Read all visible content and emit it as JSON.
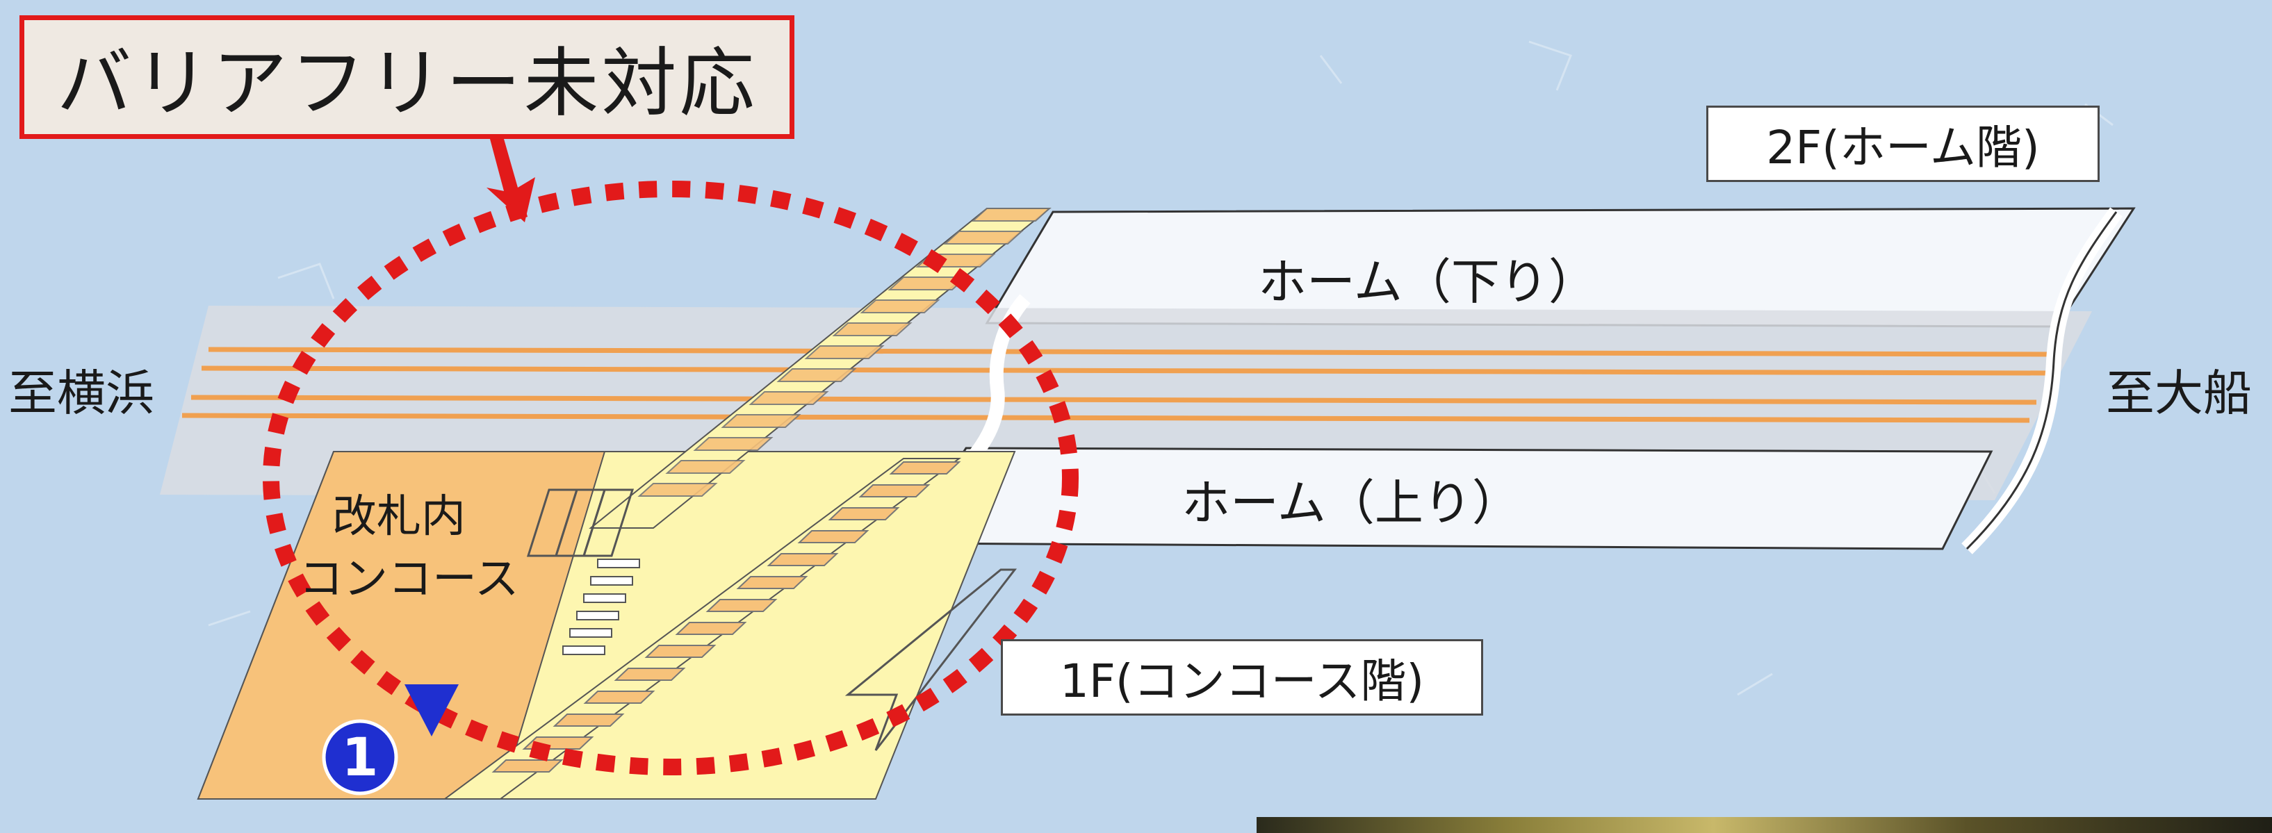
{
  "title": "バリアフリー未対応",
  "floor_2f": "2F(ホーム階)",
  "floor_1f": "1F(コンコース階)",
  "platform_down": "ホーム（下り）",
  "platform_up": "ホーム（上り）",
  "direction_left": "至横浜",
  "direction_right": "至大船",
  "concourse_line1": "改札内",
  "concourse_line2": "コンコース",
  "marker_number": "1",
  "colors": {
    "highlight_red": "#e21a1a",
    "track_orange": "#f0a050",
    "concourse_orange": "#f7c27a",
    "concourse_yellow": "#fdf6b0",
    "marker_blue": "#1f2fd0"
  }
}
